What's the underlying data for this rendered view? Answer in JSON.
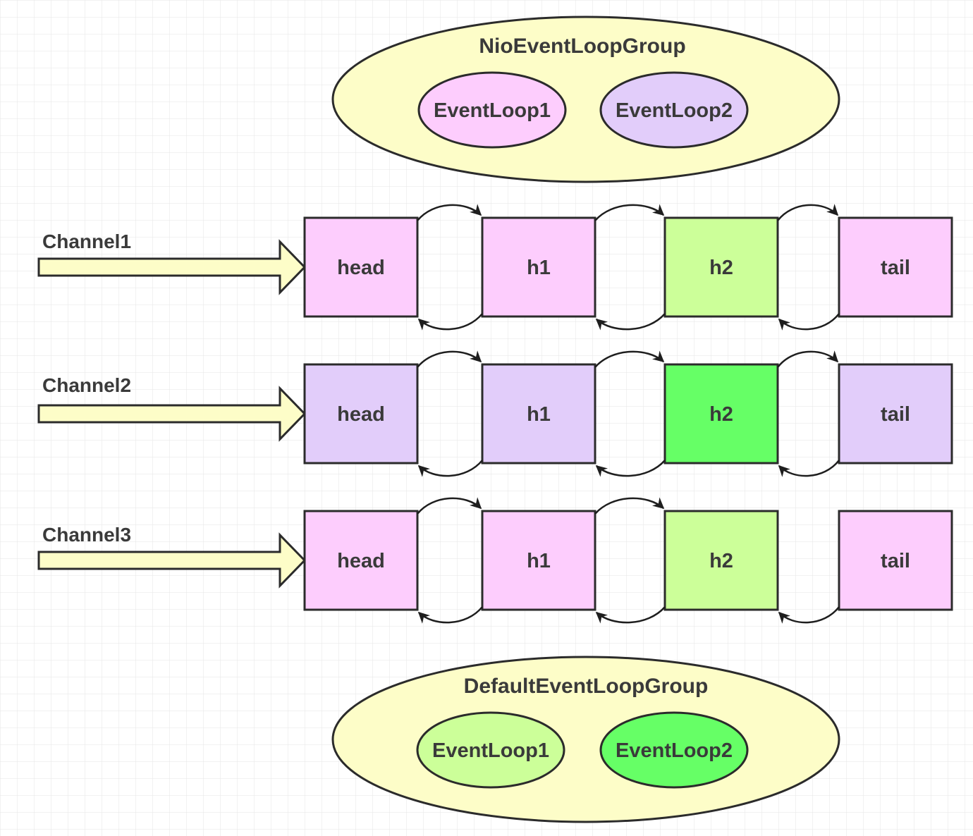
{
  "colors": {
    "group_fill": "#fdfdc8",
    "arrow_fill": "#fdfdc8",
    "pink": "#fdcdfd",
    "lavender": "#e2cdfa",
    "light_green": "#ccff99",
    "green": "#66ff66"
  },
  "nio_group": {
    "title": "NioEventLoopGroup",
    "loops": [
      {
        "label": "EventLoop1",
        "color": "pink"
      },
      {
        "label": "EventLoop2",
        "color": "lavender"
      }
    ]
  },
  "channels": [
    {
      "label": "Channel1",
      "nodes": [
        {
          "label": "head",
          "color": "pink"
        },
        {
          "label": "h1",
          "color": "pink"
        },
        {
          "label": "h2",
          "color": "light_green"
        },
        {
          "label": "tail",
          "color": "pink"
        }
      ],
      "links": [
        {
          "forward": true,
          "backward": true
        },
        {
          "forward": true,
          "backward": true
        },
        {
          "forward": true,
          "backward": true
        }
      ]
    },
    {
      "label": "Channel2",
      "nodes": [
        {
          "label": "head",
          "color": "lavender"
        },
        {
          "label": "h1",
          "color": "lavender"
        },
        {
          "label": "h2",
          "color": "green"
        },
        {
          "label": "tail",
          "color": "lavender"
        }
      ],
      "links": [
        {
          "forward": true,
          "backward": true
        },
        {
          "forward": true,
          "backward": true
        },
        {
          "forward": true,
          "backward": true
        }
      ]
    },
    {
      "label": "Channel3",
      "nodes": [
        {
          "label": "head",
          "color": "pink"
        },
        {
          "label": "h1",
          "color": "pink"
        },
        {
          "label": "h2",
          "color": "light_green"
        },
        {
          "label": "tail",
          "color": "pink"
        }
      ],
      "links": [
        {
          "forward": true,
          "backward": true
        },
        {
          "forward": true,
          "backward": true
        },
        {
          "forward": false,
          "backward": true
        }
      ]
    }
  ],
  "default_group": {
    "title": "DefaultEventLoopGroup",
    "loops": [
      {
        "label": "EventLoop1",
        "color": "light_green"
      },
      {
        "label": "EventLoop2",
        "color": "green"
      }
    ]
  }
}
